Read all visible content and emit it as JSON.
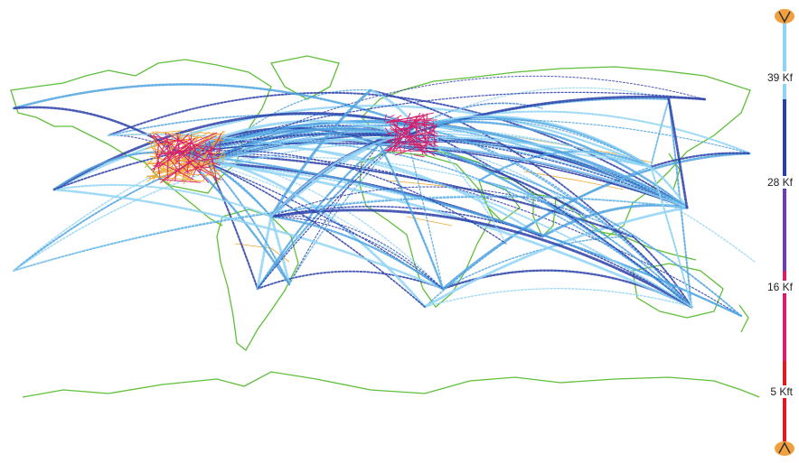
{
  "legend": {
    "labels": [
      "39 Kf",
      "28 Kf",
      "16 Kf",
      "5 Kft"
    ],
    "colors": [
      "#8fd3f4",
      "#2a3fa8",
      "#6b3fb0",
      "#d81e6a",
      "#e31a1c"
    ],
    "handle_color": "#f2a03d",
    "handle_icon": "chevron-handle-icon"
  },
  "map": {
    "coastline_color": "#5fbf3a",
    "border_color": "#f0a830",
    "route_colors": [
      "#2a3fa8",
      "#4fa3e0",
      "#8fd3f4",
      "#d81e6a",
      "#f0a830"
    ]
  }
}
